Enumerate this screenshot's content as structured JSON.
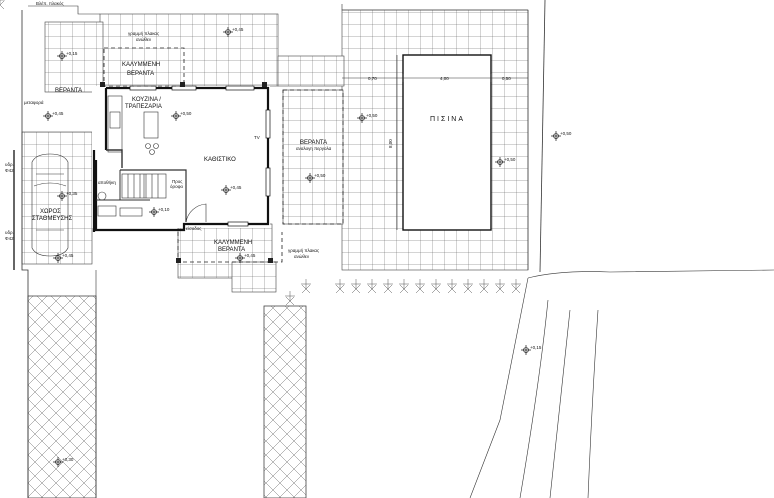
{
  "labels": {
    "top_cut": "Βλέπ. πλακός",
    "covered_veranda_top": "ΚΑΛΥΜΜΕΝΗ ΒΕΡΑΝΤΑ",
    "grammi_plakas_top": "γραμμή πλακας\nανώθεν",
    "veranda_left": "ΒΕΡΑΝΤΑ",
    "kitchen": "ΚΟΥΖΙΝΑ /\nΤΡΑΠΕΖΑΡΙΑ",
    "living_room": "ΚΑΘΙΣΤΙΚΟ",
    "tv": "TV",
    "veranda_right": "ΒΕΡΑΝΤΑ",
    "veranda_right_sub": "αναλογη περγολα",
    "pool": "ΠΙΣΙΝΑ",
    "parking": "ΧΩΡΟΣ\nΣΤΑΘΜΕΥΣΗΣ",
    "covered_veranda_bottom": "ΚΑΛΥΜΜΕΝΗ\nΒΕΡΑΝΤΑ",
    "grammi_plakas_bottom": "γραμμή πλακας\nανώθεν",
    "stairs_up": "Προς\nόροφο",
    "closet": "αποθήκη",
    "entrance": "είσοδος",
    "garden_left": "μεταφορά",
    "ydr_top": "υδρ.\nΦ42",
    "ydr_bottom": "υδρ.\nΦ42"
  },
  "dimensions": {
    "pool_left": "0,70",
    "pool_width": "4,00",
    "pool_right": "0,50",
    "pool_length": "8,00"
  },
  "levels": {
    "l1": "+0,45",
    "l2": "+0,15",
    "l3": "+0,45",
    "l4": "+0,50",
    "l5": "+0,45",
    "l6": "+0,50",
    "l7": "+0,35",
    "l8": "+0,50",
    "l9": "+0,45",
    "l10": "+0,45",
    "l11": "+0,30",
    "l12": "+0,15",
    "l13": "+0,50",
    "l14": "+0,50",
    "l15": "+0,10"
  }
}
